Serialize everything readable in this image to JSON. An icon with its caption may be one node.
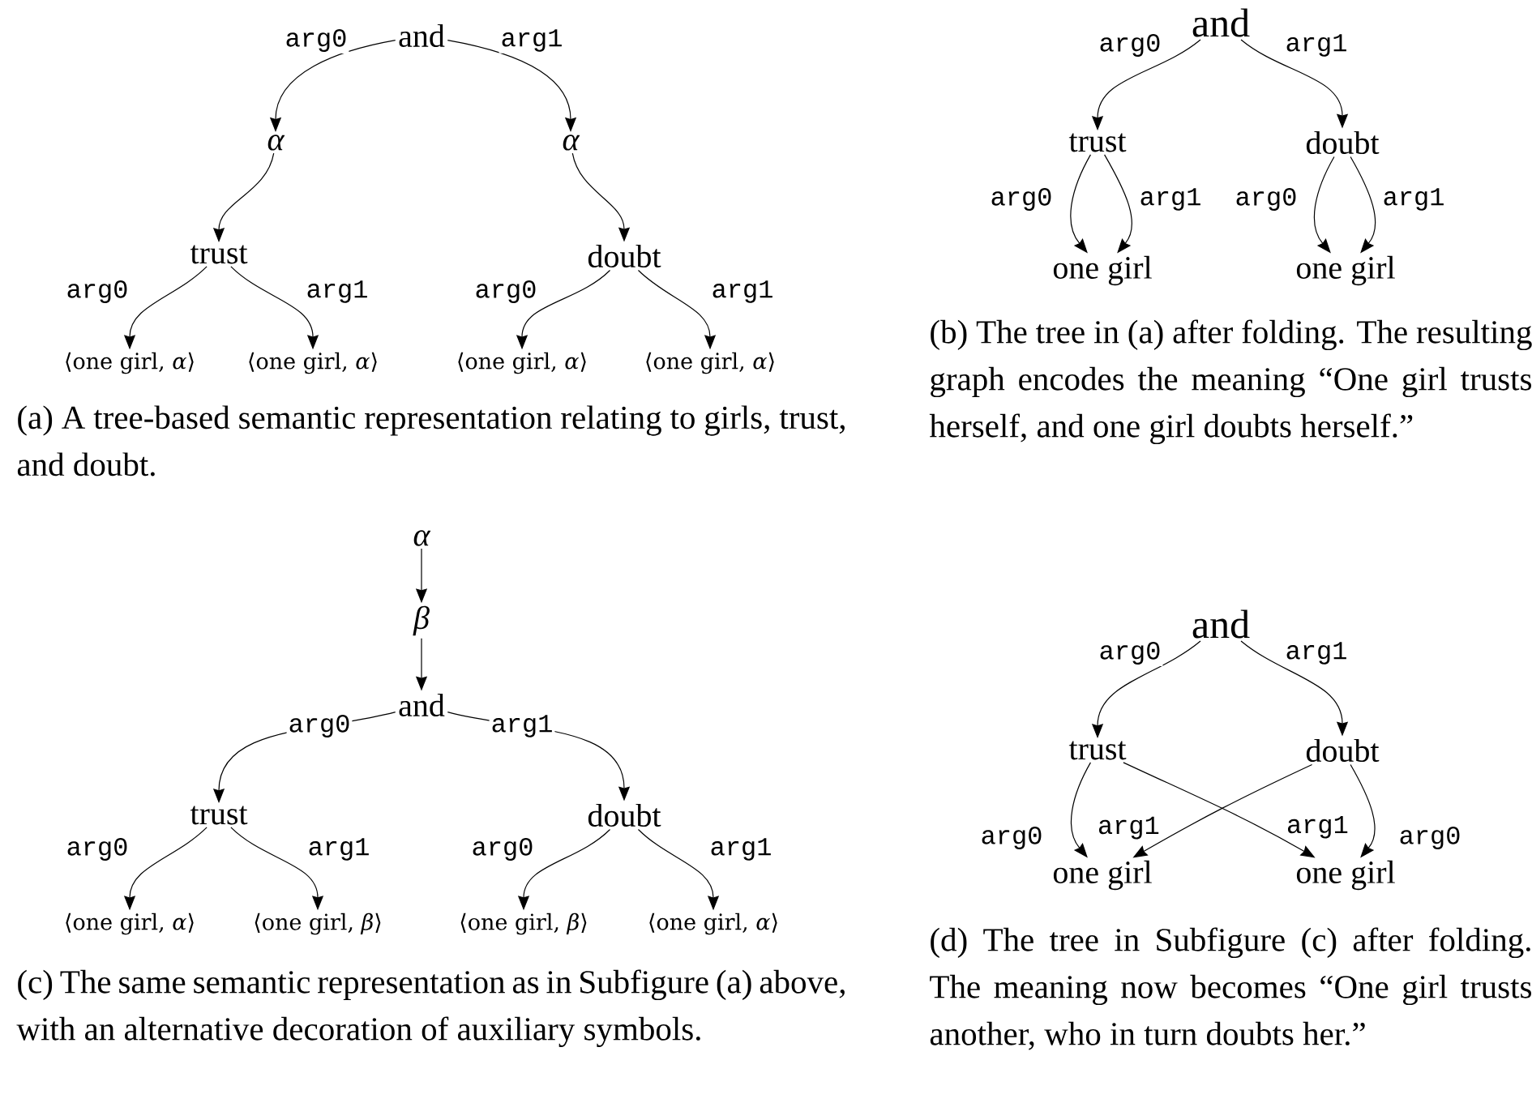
{
  "diagram": {
    "nodes": [
      {
        "text": [
          "and"
        ]
      },
      {
        "text": [
          "α"
        ]
      },
      {
        "text": [
          "α"
        ]
      },
      {
        "text": [
          "trust"
        ]
      },
      {
        "text": [
          "doubt"
        ]
      },
      {
        "text": [
          "⟨one girl, *α*⟩"
        ]
      },
      {
        "text": [
          "⟨one girl, *α*⟩"
        ]
      },
      {
        "text": [
          "⟨one girl, *α*⟩"
        ]
      },
      {
        "text": [
          "⟨one girl, *α*⟩"
        ]
      },
      {
        "text": [
          "and"
        ]
      },
      {
        "text": [
          "trust"
        ]
      },
      {
        "text": [
          "doubt"
        ]
      },
      {
        "text": [
          "one girl"
        ]
      },
      {
        "text": [
          "one girl"
        ]
      },
      {
        "text": [
          "α"
        ]
      },
      {
        "text": [
          "β"
        ]
      },
      {
        "text": [
          "and"
        ]
      },
      {
        "text": [
          "trust"
        ]
      },
      {
        "text": [
          "doubt"
        ]
      },
      {
        "text": [
          "⟨one girl, *α*⟩"
        ]
      },
      {
        "text": [
          "⟨one girl, *β*⟩"
        ]
      },
      {
        "text": [
          "⟨one girl, *β*⟩"
        ]
      },
      {
        "text": [
          "⟨one girl, *α*⟩"
        ]
      },
      {
        "text": [
          "and"
        ]
      },
      {
        "text": [
          "trust"
        ]
      },
      {
        "text": [
          "doubt"
        ]
      },
      {
        "text": [
          "one girl"
        ]
      },
      {
        "text": [
          "one girl"
        ]
      }
    ],
    "edges": [
      {
        "from": 0,
        "to": 1,
        "arrow": "to",
        "label": "arg0"
      },
      {
        "from": 0,
        "to": 2,
        "arrow": "to",
        "label": "arg1"
      },
      {
        "from": 1,
        "to": 3,
        "arrow": "to"
      },
      {
        "from": 2,
        "to": 4,
        "arrow": "to"
      },
      {
        "from": 3,
        "to": 5,
        "arrow": "to",
        "label": "arg0"
      },
      {
        "from": 3,
        "to": 6,
        "arrow": "to",
        "label": "arg1"
      },
      {
        "from": 4,
        "to": 7,
        "arrow": "to",
        "label": "arg0"
      },
      {
        "from": 4,
        "to": 8,
        "arrow": "to",
        "label": "arg1"
      },
      {
        "from": 9,
        "to": 10,
        "arrow": "to",
        "label": "arg0"
      },
      {
        "from": 9,
        "to": 11,
        "arrow": "to",
        "label": "arg1"
      },
      {
        "from": 10,
        "to": 12,
        "arrow": "to",
        "label": "arg0"
      },
      {
        "from": 10,
        "to": 12,
        "arrow": "to",
        "label": "arg1"
      },
      {
        "from": 11,
        "to": 13,
        "arrow": "to",
        "label": "arg0"
      },
      {
        "from": 11,
        "to": 13,
        "arrow": "to",
        "label": "arg1"
      },
      {
        "from": 14,
        "to": 15,
        "arrow": "to"
      },
      {
        "from": 15,
        "to": 16,
        "arrow": "to"
      },
      {
        "from": 16,
        "to": 17,
        "arrow": "to",
        "label": "arg0"
      },
      {
        "from": 16,
        "to": 18,
        "arrow": "to",
        "label": "arg1"
      },
      {
        "from": 17,
        "to": 19,
        "arrow": "to",
        "label": "arg0"
      },
      {
        "from": 17,
        "to": 20,
        "arrow": "to",
        "label": "arg1"
      },
      {
        "from": 18,
        "to": 21,
        "arrow": "to",
        "label": "arg0"
      },
      {
        "from": 18,
        "to": 22,
        "arrow": "to",
        "label": "arg1"
      },
      {
        "from": 23,
        "to": 24,
        "arrow": "to",
        "label": "arg0"
      },
      {
        "from": 23,
        "to": 25,
        "arrow": "to",
        "label": "arg1"
      },
      {
        "from": 24,
        "to": 26,
        "arrow": "to",
        "label": "arg0"
      },
      {
        "from": 24,
        "to": 27,
        "arrow": "to",
        "label": "arg1"
      },
      {
        "from": 25,
        "to": 26,
        "arrow": "to",
        "label": "arg1"
      },
      {
        "from": 25,
        "to": 27,
        "arrow": "to",
        "label": "arg0"
      }
    ],
    "labels": [
      "(a) A tree-based semantic representation relating to girls, trust, and doubt.",
      "(b) The tree in (a) after folding. The resulting graph encodes the meaning “One girl trusts herself, and one girl doubts herself.”",
      "(c) The same semantic representation as in Subfigure (a) above, with an alternative decoration of auxiliary symbols.",
      "(d) The tree in Subfigure (c) after folding. The meaning now becomes “One girl trusts another, who in turn doubts her.”"
    ]
  }
}
